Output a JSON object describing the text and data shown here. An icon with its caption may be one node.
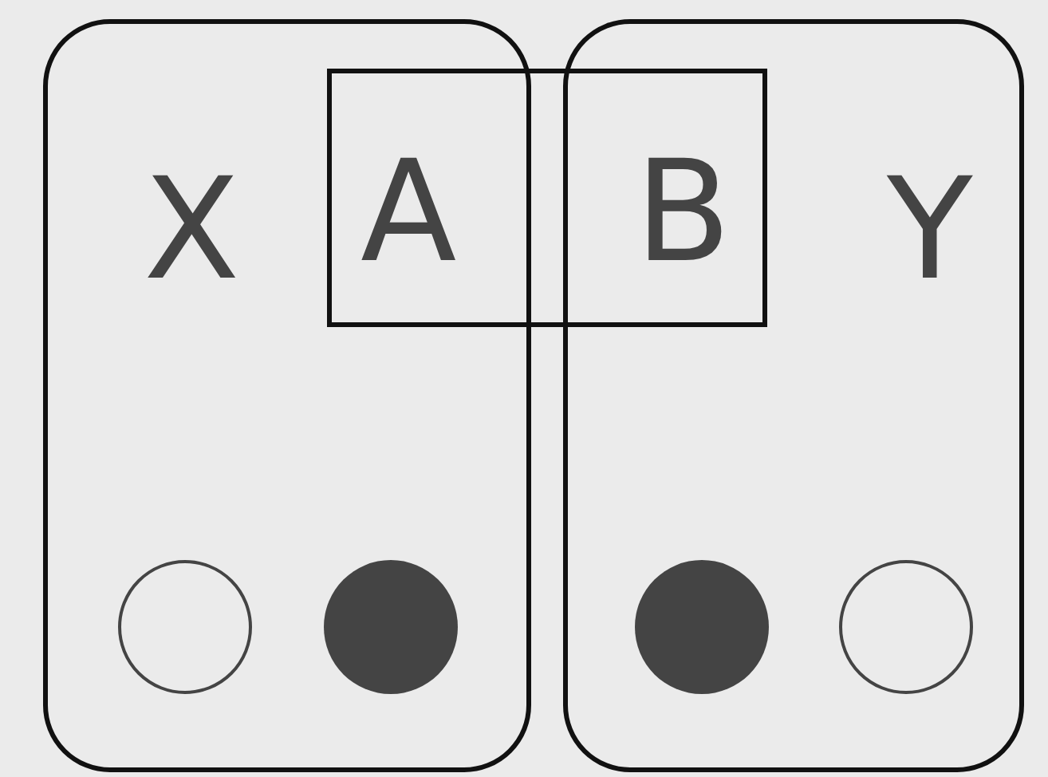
{
  "diagram": {
    "nodes": [
      {
        "text": [
          "X"
        ]
      },
      {
        "text": [
          "Y"
        ]
      },
      {
        "text": [
          "A",
          "B"
        ]
      },
      {
        "text": [],
        "shape": "circle",
        "in": 0
      },
      {
        "text": [],
        "shape": "dot",
        "in": 0
      },
      {
        "text": [],
        "shape": "dot",
        "in": 1
      },
      {
        "text": [],
        "shape": "circle",
        "in": 1
      }
    ],
    "edges": []
  }
}
